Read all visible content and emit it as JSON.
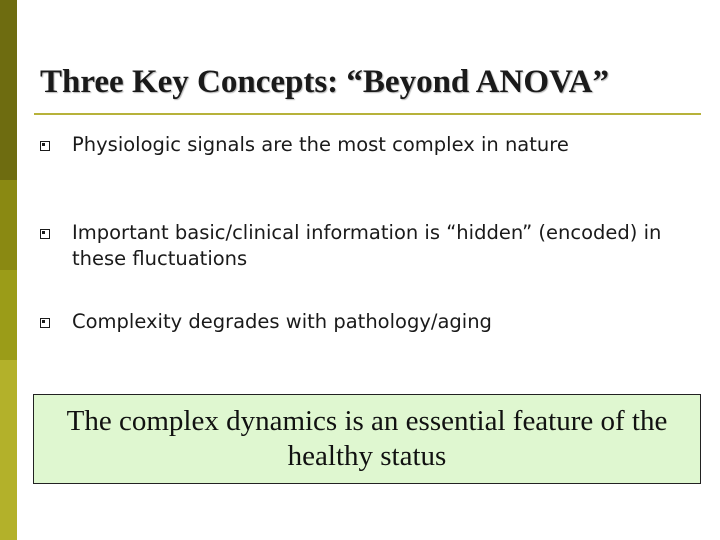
{
  "theme": {
    "sidebar_colors": [
      "#6e6c10",
      "#8a8912",
      "#9b9c18",
      "#b3b12a"
    ],
    "rule_color": "#b7b23a",
    "callout_bg": "#dff7d0"
  },
  "slide": {
    "title": "Three Key Concepts: “Beyond ANOVA”",
    "bullets": [
      {
        "text": "Physiologic signals are the most complex in nature"
      },
      {
        "text": "Important basic/clinical information is “hidden” (encoded) in these fluctuations"
      },
      {
        "text": "Complexity degrades with pathology/aging"
      }
    ],
    "callout": "The complex dynamics is an essential feature of the healthy status"
  }
}
